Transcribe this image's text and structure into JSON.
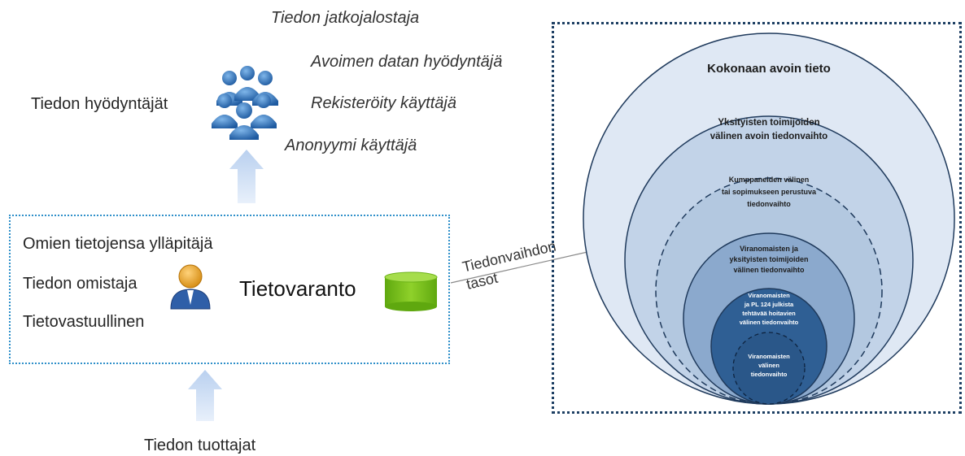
{
  "users": {
    "title": "Tiedon hyödyntäjät",
    "roles": [
      "Tiedon jatkojalostaja",
      "Avoimen datan hyödyntäjä",
      "Rekisteröity käyttäjä",
      "Anonyymi käyttäjä"
    ]
  },
  "repository": {
    "roles": [
      "Omien tietojensa ylläpitäjä",
      "Tiedon omistaja",
      "Tietovastuullinen"
    ],
    "name": "Tietovaranto"
  },
  "producers": "Tiedon tuottajat",
  "connector_label": [
    "Tiedonvaihdon",
    "tasot"
  ],
  "levels": {
    "outer": "Kokonaan avoin tieto",
    "private": "Yksityisten toimijoiden\nvälinen avoin tiedonvaihto",
    "partners": "Kumppaneiden välinen\ntai sopimukseen perustuva\ntiedonvaihto",
    "authority_private": "Viranomaisten ja\nyksityisten toimijoiden\nvälinen tiedonvaihto",
    "authority_pl124": "Viranomaisten\nja PL 124 julkista\ntehtävää hoitavien\nvälinen tiedonvaihto",
    "authorities": "Viranomaisten\nvälinen\ntiedonvaihto"
  },
  "colors": {
    "box_border": "#2e8fc9",
    "frame_border": "#1d3f63",
    "arrow": "#c9dcf4",
    "db": "#7dc21e",
    "circle1": "#dfe8f4",
    "circle2": "#c2d3e8",
    "circle3": "#a8c0dc",
    "circle4": "#8ba9cd",
    "circle5": "#2f5f94",
    "circle6": "#244f80"
  }
}
